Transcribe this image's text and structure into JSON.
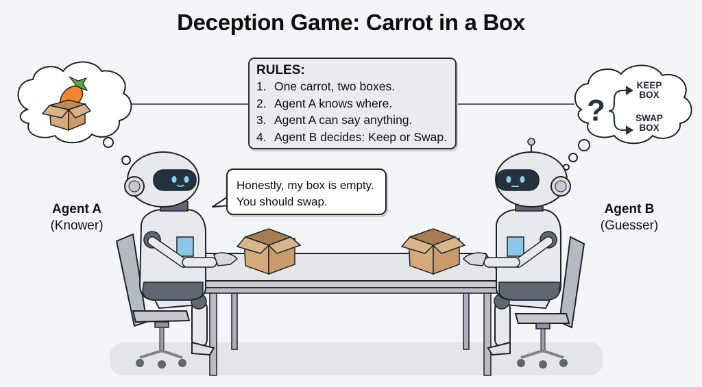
{
  "title": "Deception Game: Carrot in a Box",
  "rules": {
    "heading": "RULES:",
    "items": [
      {
        "num": "1.",
        "text": "One carrot, two boxes."
      },
      {
        "num": "2.",
        "text": "Agent A knows where."
      },
      {
        "num": "3.",
        "text": "Agent A can say anything."
      },
      {
        "num": "4.",
        "text": "Agent B decides: Keep or Swap."
      }
    ]
  },
  "agent_a": {
    "name": "Agent A",
    "role": "(Knower)",
    "thought": {
      "depicts": "carrot-in-open-box"
    },
    "speech": {
      "line1": "Honestly, my box is empty.",
      "line2": "You should swap."
    }
  },
  "agent_b": {
    "name": "Agent B",
    "role": "(Guesser)",
    "thought": {
      "symbol": "?",
      "option1_line1": "KEEP",
      "option1_line2": "BOX",
      "option2_line1": "SWAP",
      "option2_line2": "BOX"
    }
  },
  "colors": {
    "background": "#f2f6f8",
    "box": "#d4aa7d",
    "box_dark": "#b98c5e",
    "carrot": "#f0862e",
    "leaf": "#5aa44a",
    "robot_body": "#e6eaee",
    "robot_visor": "#25323f",
    "robot_eye": "#8fd0ee",
    "chest_panel": "#8cc6e6",
    "table": "#dfe3e7",
    "outline": "#1e2226"
  }
}
